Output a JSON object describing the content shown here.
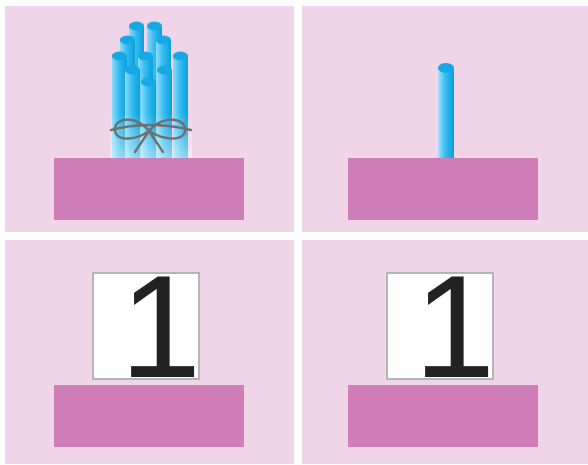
{
  "panels": {
    "top_left": {
      "content": "bundle-of-ten-sticks-icon",
      "bundle_stick_count": 10
    },
    "top_right": {
      "content": "single-stick-icon",
      "stick_count": 1
    },
    "bottom_left": {
      "digit": "1"
    },
    "bottom_right": {
      "digit": "1"
    }
  },
  "colors": {
    "panel_bg": "#efd5e7",
    "block": "#cf7db6",
    "stick": "#29b6ee",
    "stick_light": "#a8e3fb",
    "digit": "#222222",
    "card_border": "#b4b4b4"
  }
}
